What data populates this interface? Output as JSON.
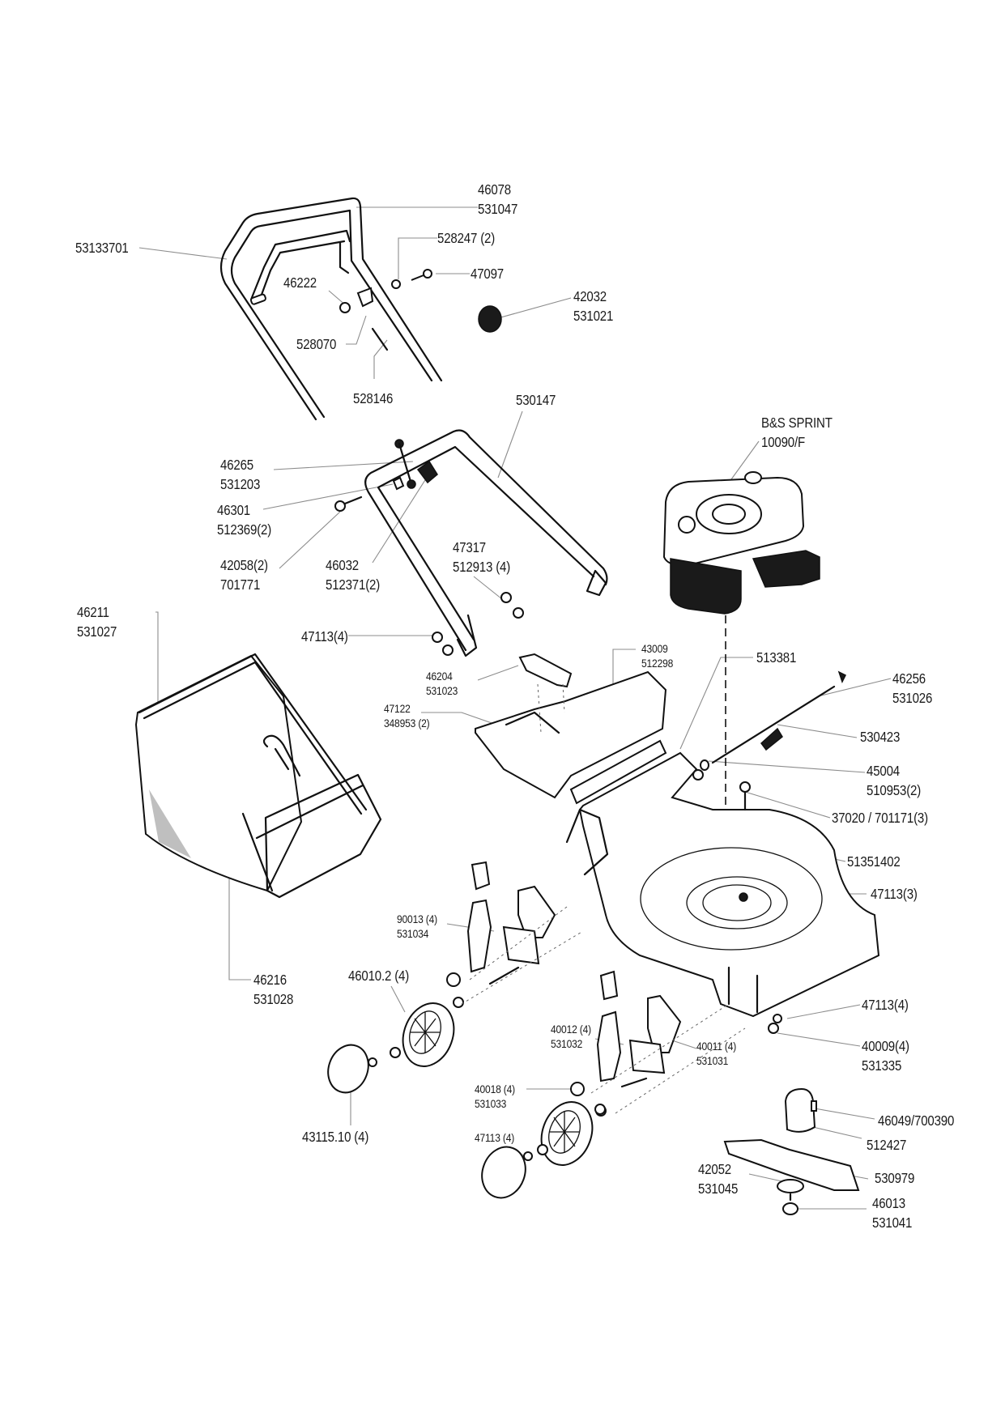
{
  "diagram": {
    "type": "exploded parts diagram",
    "subject": "lawn mower",
    "colors": {
      "line": "#111111",
      "leader": "#8c8c8c",
      "background": "#ffffff"
    },
    "labels": {
      "upper_handle": {
        "line1": "46078",
        "line2": "531047"
      },
      "handle_bar": {
        "line1": "53133701"
      },
      "washer_528247": {
        "line1": "528247 (2)"
      },
      "bolt_47097": {
        "line1": "47097"
      },
      "nut_46222": {
        "line1": "46222"
      },
      "knob_42032": {
        "line1": "42032",
        "line2": "531021"
      },
      "bracket_528070": {
        "line1": "528070"
      },
      "cable_end_528146": {
        "line1": "528146"
      },
      "lower_handle": {
        "line1": "530147"
      },
      "engine": {
        "line1": "B&S SPRINT",
        "line2": "10090/F"
      },
      "lever_46265": {
        "line1": "46265",
        "line2": "531203"
      },
      "clip_46301": {
        "line1": "46301",
        "line2": "512369(2)"
      },
      "screw_42058": {
        "line1": "42058(2)",
        "line2": "701771"
      },
      "star_knob_46032": {
        "line1": "46032",
        "line2": "512371(2)"
      },
      "bolt_47317": {
        "line1": "47317",
        "line2": "512913 (4)"
      },
      "grass_bag": {
        "line1": "46211",
        "line2": "531027"
      },
      "nut_47113_handle": {
        "line1": "47113(4)"
      },
      "flap_handle_46204": {
        "line1": "46204",
        "line2": "531023"
      },
      "rear_flap_43009": {
        "line1": "43009",
        "line2": "512298"
      },
      "screw_47122": {
        "line1": "47122",
        "line2": "348953 (2)"
      },
      "hinge_513381": {
        "line1": "513381"
      },
      "spring_46256": {
        "line1": "46256",
        "line2": "531026"
      },
      "rod_530423": {
        "line1": "530423"
      },
      "cap_45004": {
        "line1": "45004",
        "line2": "510953(2)"
      },
      "bolt_37020": {
        "line1": "37020 / 701171(3)"
      },
      "deck": {
        "line1": "51351402"
      },
      "nut_47113_deck": {
        "line1": "47113(3)"
      },
      "height_adjuster_rear": {
        "line1": "90013 (4)",
        "line2": "531034"
      },
      "grass_bag_frame": {
        "line1": "46216",
        "line2": "531028"
      },
      "wheel": {
        "line1": "46010.2 (4)"
      },
      "nut_47113_front": {
        "line1": "47113(4)"
      },
      "height_adjuster_front": {
        "line1": "40012 (4)",
        "line2": "531032"
      },
      "lever_40011": {
        "line1": "40011 (4)",
        "line2": "531031"
      },
      "washer_40009": {
        "line1": "40009(4)",
        "line2": "531335"
      },
      "hub_cap": {
        "line1": "43115.10 (4)"
      },
      "bolt_40018": {
        "line1": "40018 (4)",
        "line2": "531033"
      },
      "nut_47113_wheel": {
        "line1": "47113 (4)"
      },
      "key_46049": {
        "line1": "46049/700390"
      },
      "blade_adapter": {
        "line1": "512427"
      },
      "washer_42052": {
        "line1": "42052",
        "line2": "531045"
      },
      "blade": {
        "line1": "530979"
      },
      "blade_bolt": {
        "line1": "46013",
        "line2": "531041"
      }
    }
  }
}
